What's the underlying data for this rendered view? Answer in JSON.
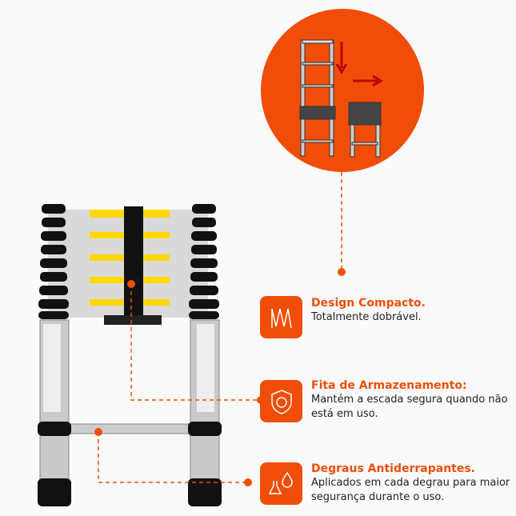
{
  "features": [
    {
      "icon": "folding-zigzag-icon",
      "title": "Design Compacto.",
      "description": "Totalmente dobrável."
    },
    {
      "icon": "shield-icon",
      "title": "Fita de Armazenamento:",
      "description": "Mantém a escada segura quando não está em uso."
    },
    {
      "icon": "anti-slip-drop-icon",
      "title": "Degraus Antiderrapantes.",
      "description": "Aplicados em cada degrau para maior segurança durante o uso."
    }
  ],
  "colors": {
    "accent": "#f04e08",
    "text": "#222222"
  }
}
